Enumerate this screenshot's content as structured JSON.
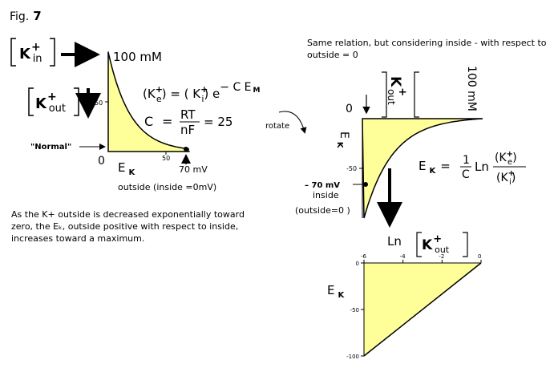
{
  "figure": {
    "prefix": "Fig.",
    "number": "7"
  },
  "colors": {
    "fill": "#ffff99",
    "line": "#000000",
    "background": "#ffffff"
  },
  "panel_a": {
    "ion": "K",
    "charge": "+",
    "sub_in": "in",
    "sub_out": "out",
    "conc_label": "100 mM",
    "tick_50_y": "50",
    "origin": "0",
    "tick_50_x": "50",
    "ek": "E",
    "ek_sub": "K",
    "normal_label": "\"Normal\"",
    "mv_label": "70 mV",
    "outside_note": "outside (inside =0mV)"
  },
  "equations": {
    "left": "(K",
    "sub_e": "e",
    "plus": "+",
    "eq": ") = ( K",
    "sub_i": "i",
    "close": ") e",
    "exponent": "− C E",
    "exp_sub": "M",
    "c_label": "C",
    "equals": "=",
    "rt": "RT",
    "nf": "nF",
    "eq25": "= 25",
    "ln_ek": "E",
    "ln_ek_sub": "K",
    "ln_eq": "=",
    "one": "1",
    "cc": "C",
    "ln": "Ln",
    "num": "(K",
    "num_sub": "e",
    "den": "(K",
    "den_sub": "i",
    "close_paren": ")"
  },
  "paragraph": "As the K+ outside is decreased exponentially toward zero, the Eₖ, outside positive with respect to inside, increases toward a maximum.",
  "rotate_label": "rotate",
  "panel_b": {
    "heading": "Same relation, but considering inside - with respect to outside = 0",
    "conc_label": "100 mM",
    "origin": "0",
    "tick_m50": "-50",
    "ek": "E",
    "ek_sub": "K",
    "mv_label": "– 70 mV",
    "inside": "inside",
    "outside_zero": "(outside=0 )"
  },
  "panel_c": {
    "ln": "Ln",
    "ek": "E",
    "ek_sub": "K",
    "x_ticks": [
      "-6",
      "-4",
      "-2",
      "0"
    ],
    "y_ticks": [
      "0",
      "-50",
      "-100"
    ]
  }
}
